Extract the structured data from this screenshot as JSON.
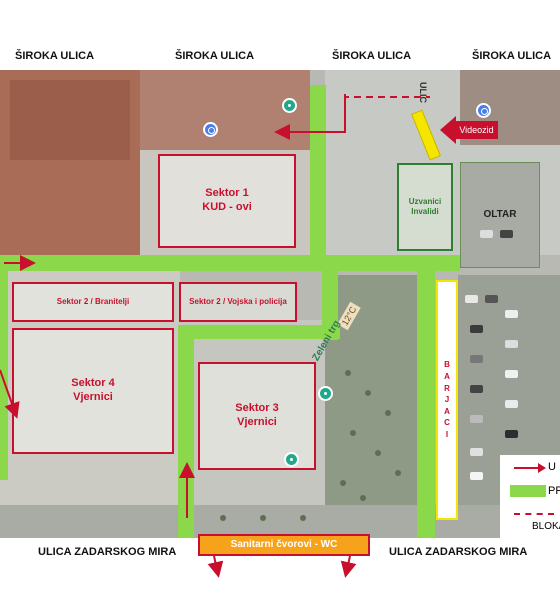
{
  "streets": {
    "top_1": "ŠIROKA ULICA",
    "top_2": "ŠIROKA ULICA",
    "top_3": "ŠIROKA ULICA",
    "top_4": "ŠIROKA ULICA",
    "bottom_1": "ULICA ZADARSKOG MIRA",
    "bottom_2": "ULICA ZADARSKOG MIRA",
    "vertical_street": "ULIC"
  },
  "sectors": {
    "s1": {
      "title": "Sektor 1",
      "sub": "KUD - ovi"
    },
    "s2a": "Sektor 2 / Branitelji",
    "s2b": "Sektor 2 / Vojska i policija",
    "s3": {
      "title": "Sektor 3",
      "sub": "Vjernici"
    },
    "s4": {
      "title": "Sektor 4",
      "sub": "Vjernici"
    }
  },
  "boxes": {
    "invalidi": {
      "title": "Uzvanici",
      "sub": "Invalidi"
    },
    "oltar": "OLTAR",
    "barjaci": [
      "B",
      "A",
      "R",
      "J",
      "A",
      "C",
      "I"
    ],
    "wc": "Sanitarni čvorovi - WC",
    "videozid": "Videozid"
  },
  "map_labels": {
    "temperature": "12°C",
    "place": "Zeleni trg"
  },
  "legend": {
    "arrow": "U",
    "pass": "PROLA",
    "block": "BLOKA"
  },
  "colors": {
    "sector_red": "#c8102e",
    "passage_green": "#8bd84a",
    "barjaci_yellow": "#f5e600",
    "wc_orange": "#f7a21b",
    "invalidi_green": "#2e7d32"
  }
}
